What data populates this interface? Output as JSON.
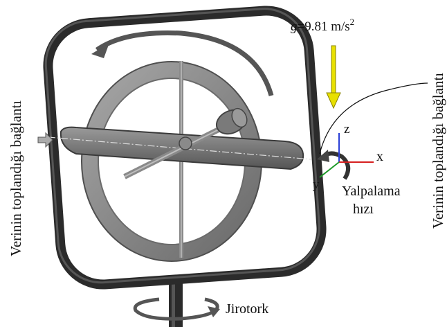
{
  "labels": {
    "gravity_var": "g",
    "gravity_value": "=9.81 m/s",
    "gravity_exp": "2",
    "left_connection": "Verinin toplandığı bağlantı",
    "right_connection": "Verinin toplandığı bağlantı",
    "yaw_rate_line1": "Yalpalama",
    "yaw_rate_line2": "hızı",
    "gyrotorque": "Jirotork",
    "axis_x": "x",
    "axis_y": "y",
    "axis_z": "z"
  },
  "colors": {
    "frame": "#2b2b2b",
    "gimbal": "#8e8e8e",
    "gimbal_dark": "#5f5f5f",
    "gravity_arrow": "#e8e000",
    "axis_x": "#d61f1f",
    "axis_y": "#1f9a2a",
    "axis_z": "#2a3fd6"
  }
}
